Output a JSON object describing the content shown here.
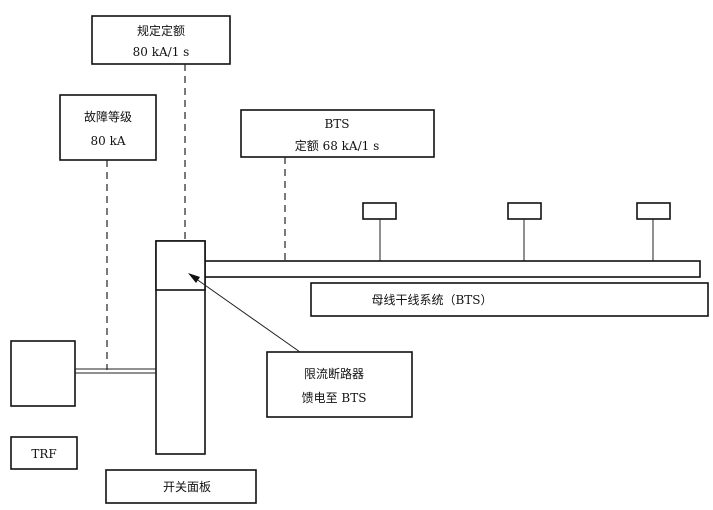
{
  "labels": {
    "rated_box": {
      "line1": "规定定额",
      "line2": "80 kA/1 s"
    },
    "fault_box": {
      "line1": "故障等级",
      "line2": "80 kA"
    },
    "bts_box": {
      "line1": "BTS",
      "line2": "定额 68 kA/1 s"
    },
    "busway_label": "母线干线系统（BTS）",
    "breaker_box": {
      "line1": "限流断路器",
      "line2": "馈电至 BTS"
    },
    "transformer_label": "TRF",
    "switchboard_label": "开关面板"
  },
  "colors": {
    "line": "#111111",
    "background": "#ffffff"
  }
}
